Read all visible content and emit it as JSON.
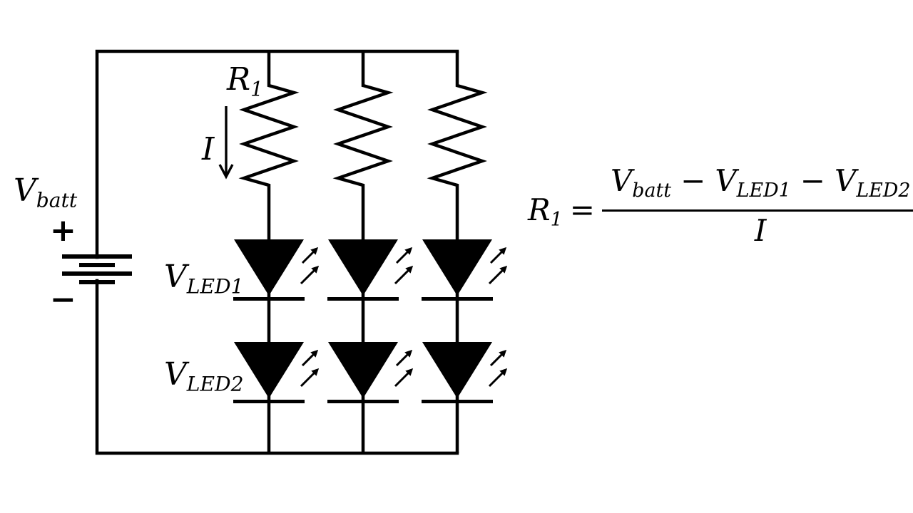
{
  "diagram": {
    "battery": {
      "label_main": "V",
      "label_sub": "batt",
      "plus": "+",
      "minus": "−"
    },
    "resistor": {
      "label_main": "R",
      "label_sub": "1"
    },
    "current_arrow": {
      "label": "I"
    },
    "led_row1": {
      "label_main": "V",
      "label_sub": "LED1"
    },
    "led_row2": {
      "label_main": "V",
      "label_sub": "LED2"
    },
    "branch_count": "3"
  },
  "formula": {
    "lhs_main": "R",
    "lhs_sub": "1",
    "equals": "=",
    "num_term1_main": "V",
    "num_term1_sub": "batt",
    "num_op1": "−",
    "num_term2_main": "V",
    "num_term2_sub": "LED1",
    "num_op2": "−",
    "num_term3_main": "V",
    "num_term3_sub": "LED2",
    "denominator": "I"
  },
  "colors": {
    "ink": "#000000",
    "background": "#ffffff"
  }
}
